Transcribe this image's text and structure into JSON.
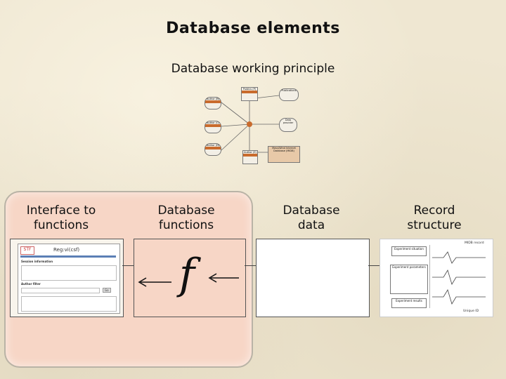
{
  "slide": {
    "title": "Database elements",
    "subtitle": "Database working principle"
  },
  "diagram": {
    "nodes": [
      "Publics (P)",
      "Author (B)",
      "Author (C)",
      "Author (D)",
      "Author (E)",
      "Publications",
      "Mass/Wind Internet Database (MIDB)",
      "Data provider"
    ]
  },
  "columns": [
    {
      "label_line1": "Interface to",
      "label_line2": "functions"
    },
    {
      "label_line1": "Database",
      "label_line2": "functions"
    },
    {
      "label_line1": "Database",
      "label_line2": "data"
    },
    {
      "label_line1": "Record",
      "label_line2": "structure"
    }
  ],
  "function_symbol": "f",
  "interface_thumbnail": {
    "header": "Reg:vi(csf)",
    "section1": "Session information",
    "section2": "Author filter",
    "button": "Go"
  },
  "record_thumbnail": {
    "header": "MIDB record",
    "box1": "Experiment situation",
    "box2": "Experiment parameters",
    "box3": "Experiment results",
    "footer": "Unique ID"
  },
  "colors": {
    "background": "#efe7d2",
    "panel": "#f7d6c6",
    "panel_border": "#b9b3a6",
    "tag": "#c96b2d"
  }
}
